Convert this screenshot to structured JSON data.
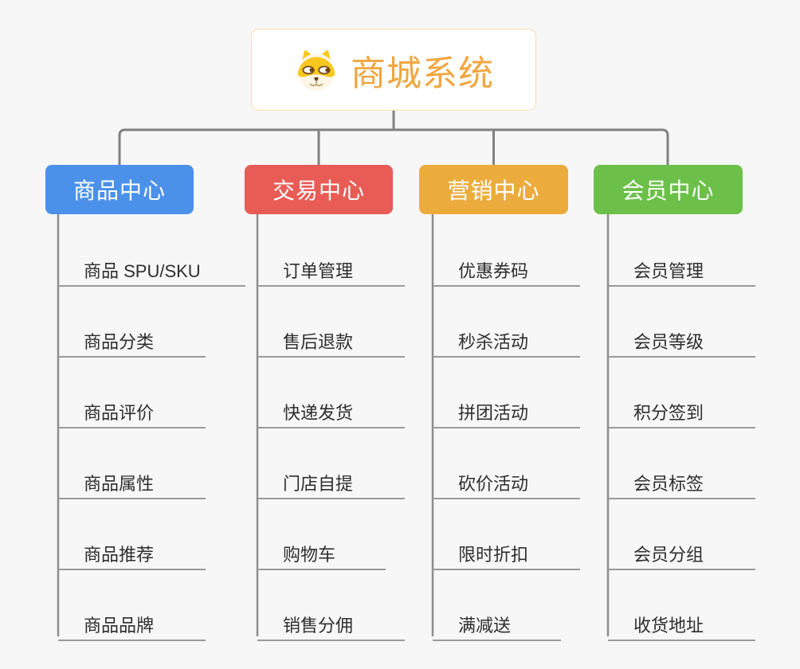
{
  "root": {
    "title": "商城系统",
    "icon": "dog-face-icon",
    "title_color": "#F0A640",
    "border_color": "#F0BB5E"
  },
  "branches": [
    {
      "label": "商品中心",
      "color": "#4B91EA",
      "children": [
        "商品 SPU/SKU",
        "商品分类",
        "商品评价",
        "商品属性",
        "商品推荐",
        "商品品牌"
      ]
    },
    {
      "label": "交易中心",
      "color": "#E85C55",
      "children": [
        "订单管理",
        "售后退款",
        "快递发货",
        "门店自提",
        "购物车",
        "销售分佣"
      ]
    },
    {
      "label": "营销中心",
      "color": "#ECAC3D",
      "children": [
        "优惠券码",
        "秒杀活动",
        "拼团活动",
        "砍价活动",
        "限时折扣",
        "满减送"
      ]
    },
    {
      "label": "会员中心",
      "color": "#6CC04A",
      "children": [
        "会员管理",
        "会员等级",
        "积分签到",
        "会员标签",
        "会员分组",
        "收货地址"
      ]
    }
  ],
  "colors": {
    "background": "#F7F7F7",
    "connector": "#818181",
    "leaf_line": "#9A9A9A",
    "leaf_text": "#2E2E2E",
    "branch_text": "#FFFFFF"
  }
}
